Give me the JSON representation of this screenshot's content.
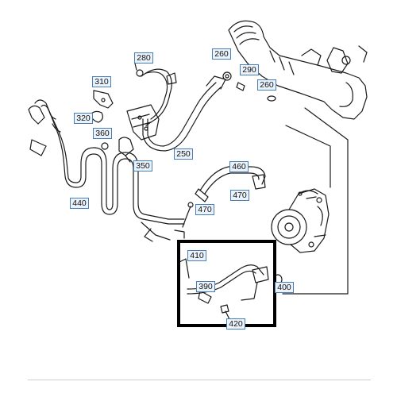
{
  "callouts": {
    "c280": "280",
    "c260a": "260",
    "c290": "290",
    "c260b": "260",
    "c310": "310",
    "c320": "320",
    "c360": "360",
    "c350": "350",
    "c250": "250",
    "c460": "460",
    "c470a": "470",
    "c470b": "470",
    "c440": "440",
    "c410": "410",
    "c390": "390",
    "c400": "400",
    "c420": "420"
  },
  "colors": {
    "line": "#1a1a1a",
    "callout_border": "#4a7fb5",
    "callout_fill": "#eaf2fb",
    "highlight_box": "#000000"
  },
  "icons": [
    "steering-gear",
    "power-steering-pump",
    "pressure-hose",
    "cooler-coil",
    "clamp",
    "bolt",
    "seal-ring"
  ]
}
